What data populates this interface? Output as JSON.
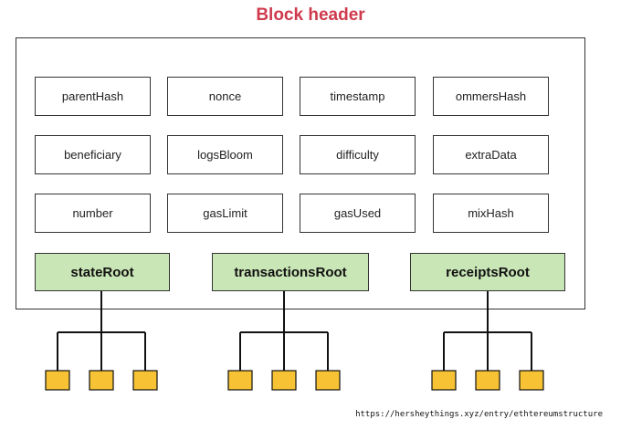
{
  "title": "Block header",
  "colors": {
    "title": "#cf3a4d",
    "root_fill": "#c9e6b6",
    "leaf_fill": "#f7c334",
    "line": "#111111"
  },
  "fields": [
    [
      "parentHash",
      "nonce",
      "timestamp",
      "ommersHash"
    ],
    [
      "beneficiary",
      "logsBloom",
      "difficulty",
      "extraData"
    ],
    [
      "number",
      "gasLimit",
      "gasUsed",
      "mixHash"
    ]
  ],
  "roots": [
    "stateRoot",
    "transactionsRoot",
    "receiptsRoot"
  ],
  "leaves_per_root": 3,
  "source_url": "https://hersheythings.xyz/entry/ethtereumstructure"
}
